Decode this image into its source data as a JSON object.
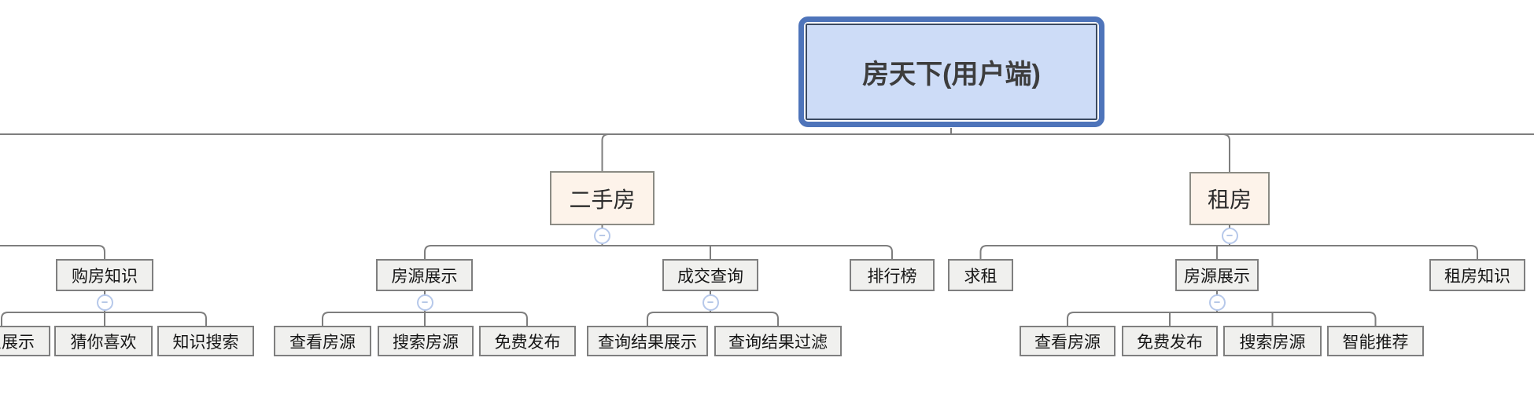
{
  "glyphs": {
    "collapse_minus": "−"
  },
  "palette": {
    "root_fill": "#cddcf7",
    "root_outer_border": "#4e74ba",
    "root_inner_border": "#3b4a61",
    "branch_fill": "#fdf3ea",
    "branch_border": "#8b8b84",
    "topic_fill": "#f0f0ee",
    "topic_border": "#7f7f7f",
    "connector_line": "#7e7e7e",
    "collapse_ring": "#b6c8ea",
    "collapse_glyph_color": "#7b9bd2"
  },
  "mindmap": {
    "root": {
      "label": "房天下(用户端)"
    },
    "left_branch_offscreen": {
      "topics": [
        {
          "label": "购房知识",
          "children": [
            {
              "label": "知识展示"
            },
            {
              "label": "猜你喜欢"
            },
            {
              "label": "知识搜索"
            }
          ]
        }
      ]
    },
    "ershoufang": {
      "label": "二手房",
      "topics": [
        {
          "label": "房源展示",
          "children": [
            {
              "label": "查看房源"
            },
            {
              "label": "搜索房源"
            },
            {
              "label": "免费发布"
            }
          ]
        },
        {
          "label": "成交查询",
          "children": [
            {
              "label": "查询结果展示"
            },
            {
              "label": "查询结果过滤"
            }
          ]
        },
        {
          "label": "排行榜",
          "children": []
        }
      ]
    },
    "zufang": {
      "label": "租房",
      "topics": [
        {
          "label": "求租",
          "children": []
        },
        {
          "label": "房源展示",
          "children": [
            {
              "label": "查看房源"
            },
            {
              "label": "免费发布"
            },
            {
              "label": "搜索房源"
            },
            {
              "label": "智能推荐"
            }
          ]
        },
        {
          "label": "租房知识",
          "children": []
        }
      ]
    }
  }
}
